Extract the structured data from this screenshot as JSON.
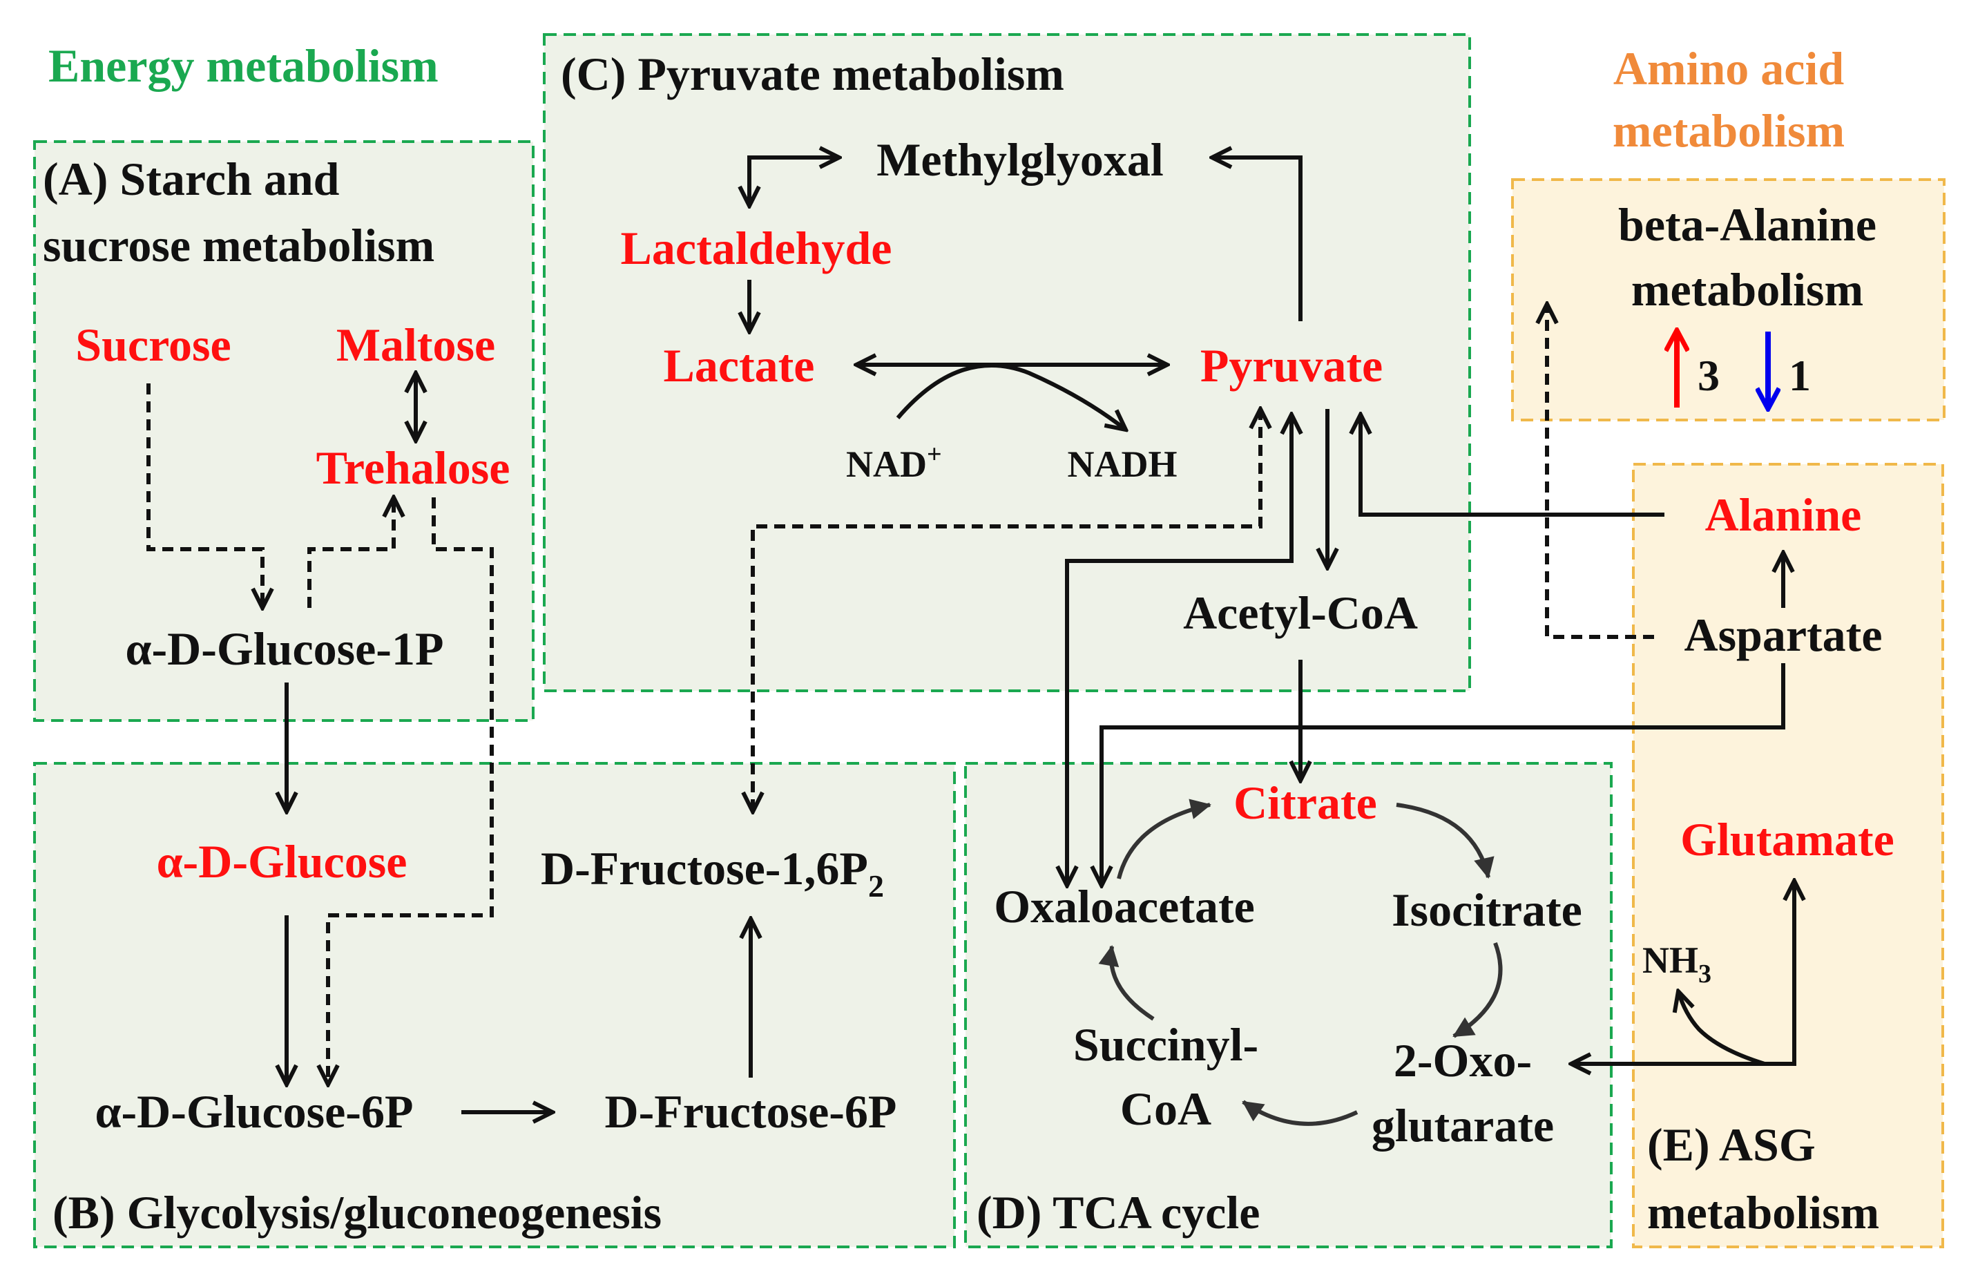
{
  "colors": {
    "energy": "#1aa850",
    "amino": "#f08a3a",
    "highlight": "#ff1010",
    "normal": "#111111",
    "panel_green": "#eef2e8",
    "panel_orange": "#fdf3dc",
    "up_arrow": "#ff0000",
    "down_arrow": "#0000ee"
  },
  "headers": {
    "energy": "Energy metabolism",
    "amino_line1": "Amino acid",
    "amino_line2": "metabolism"
  },
  "panels": {
    "starch": {
      "line1": "(A) Starch and",
      "line2": "sucrose metabolism"
    },
    "glycolysis": {
      "label": "(B) Glycolysis/gluconeogenesis"
    },
    "pyruvate": {
      "label": "(C) Pyruvate metabolism"
    },
    "tca": {
      "label": "(D) TCA cycle"
    },
    "asg": {
      "line1": "(E) ASG",
      "line2": "metabolism"
    },
    "beta_alanine": {
      "line1": "beta-Alanine",
      "line2": "metabolism",
      "up_count": "3",
      "down_count": "1"
    }
  },
  "nodes": {
    "sucrose": {
      "label": "Sucrose",
      "highlight": true
    },
    "maltose": {
      "label": "Maltose",
      "highlight": true
    },
    "trehalose": {
      "label": "Trehalose",
      "highlight": true
    },
    "glucose_1p": {
      "label": "α-D-Glucose-1P",
      "highlight": false
    },
    "glucose": {
      "label": "α-D-Glucose",
      "highlight": true
    },
    "glucose_6p": {
      "label": "α-D-Glucose-6P",
      "highlight": false
    },
    "fructose_6p": {
      "label": "D-Fructose-6P",
      "highlight": false
    },
    "fructose_16p2": {
      "label": "D-Fructose-1,6P",
      "sub": "2",
      "highlight": false
    },
    "methylglyoxal": {
      "label": "Methylglyoxal",
      "highlight": false
    },
    "lactaldehyde": {
      "label": "Lactaldehyde",
      "highlight": true
    },
    "lactate": {
      "label": "Lactate",
      "highlight": true
    },
    "pyruvate": {
      "label": "Pyruvate",
      "highlight": true
    },
    "nad": {
      "label": "NAD",
      "sup": "+",
      "highlight": false
    },
    "nadh": {
      "label": "NADH",
      "highlight": false
    },
    "acetyl_coa": {
      "label": "Acetyl-CoA",
      "highlight": false
    },
    "citrate": {
      "label": "Citrate",
      "highlight": true
    },
    "oxaloacetate": {
      "label": "Oxaloacetate",
      "highlight": false
    },
    "isocitrate": {
      "label": "Isocitrate",
      "highlight": false
    },
    "oxoglutarate_1": {
      "label": "2-Oxo-",
      "highlight": false
    },
    "oxoglutarate_2": {
      "label": "glutarate",
      "highlight": false
    },
    "succinyl_1": {
      "label": "Succinyl-",
      "highlight": false
    },
    "succinyl_2": {
      "label": "CoA",
      "highlight": false
    },
    "alanine": {
      "label": "Alanine",
      "highlight": true
    },
    "aspartate": {
      "label": "Aspartate",
      "highlight": false
    },
    "glutamate": {
      "label": "Glutamate",
      "highlight": true
    },
    "nh3": {
      "label": "NH",
      "sub": "3",
      "highlight": false
    }
  }
}
